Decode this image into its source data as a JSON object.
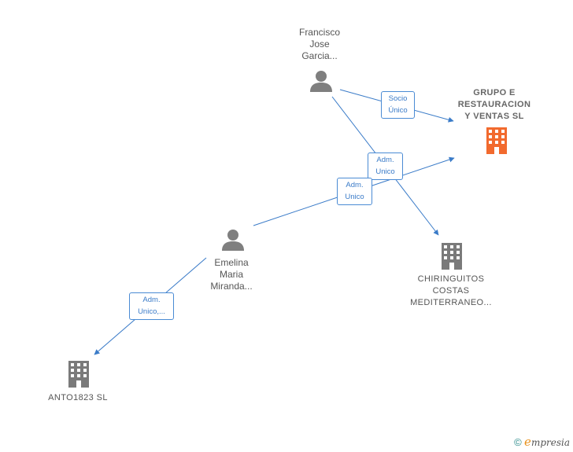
{
  "persons": {
    "francisco": {
      "label": "Francisco\nJose\nGarcia..."
    },
    "emelina": {
      "label": "Emelina\nMaria\nMiranda..."
    }
  },
  "companies": {
    "grupo": {
      "label": "GRUPO E\nRESTAURACION\nY VENTAS  SL"
    },
    "chiringuitos": {
      "label": "CHIRINGUITOS\nCOSTAS\nMEDITERRANEO..."
    },
    "anto": {
      "label": "ANTO1823  SL"
    }
  },
  "edges": {
    "socio_unico": "Socio\nÚnico",
    "adm_unico_1": "Adm.\nUnico",
    "adm_unico_2": "Adm.\nUnico",
    "adm_unico_3": "Adm.\nUnico,..."
  },
  "brand": {
    "copyright": "©",
    "name_e": "e",
    "name_rest": "mpresia"
  },
  "colors": {
    "edge": "#3a7bc8",
    "person_icon": "#7f7f7f",
    "company_icon": "#7a7a7a",
    "focus_company_icon": "#f26a2e"
  }
}
